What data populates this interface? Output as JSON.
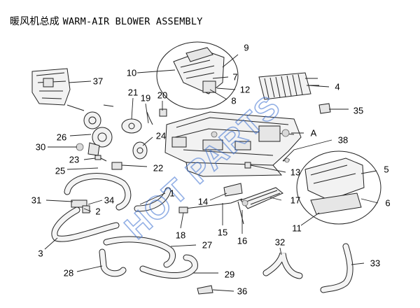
{
  "title": {
    "chinese": "暖风机总成",
    "english": "WARM-AIR BLOWER ASSEMBLY"
  },
  "watermark": "HOT PARTS",
  "watermark_color": "#3a6fd0",
  "callouts": [
    {
      "id": "c1",
      "label": "1"
    },
    {
      "id": "c2",
      "label": "2"
    },
    {
      "id": "c3",
      "label": "3"
    },
    {
      "id": "c4",
      "label": "4"
    },
    {
      "id": "c5",
      "label": "5"
    },
    {
      "id": "c6",
      "label": "6"
    },
    {
      "id": "c7",
      "label": "7"
    },
    {
      "id": "c8",
      "label": "8"
    },
    {
      "id": "c9",
      "label": "9"
    },
    {
      "id": "c10",
      "label": "10"
    },
    {
      "id": "c11",
      "label": "11"
    },
    {
      "id": "c12",
      "label": "12"
    },
    {
      "id": "c13",
      "label": "13"
    },
    {
      "id": "c14",
      "label": "14"
    },
    {
      "id": "c15",
      "label": "15"
    },
    {
      "id": "c16",
      "label": "16"
    },
    {
      "id": "c17",
      "label": "17"
    },
    {
      "id": "c18",
      "label": "18"
    },
    {
      "id": "c19",
      "label": "19"
    },
    {
      "id": "c20",
      "label": "20"
    },
    {
      "id": "c21",
      "label": "21"
    },
    {
      "id": "c22",
      "label": "22"
    },
    {
      "id": "c23",
      "label": "23"
    },
    {
      "id": "c24",
      "label": "24"
    },
    {
      "id": "c25",
      "label": "25"
    },
    {
      "id": "c26",
      "label": "26"
    },
    {
      "id": "c27",
      "label": "27"
    },
    {
      "id": "c28",
      "label": "28"
    },
    {
      "id": "c29",
      "label": "29"
    },
    {
      "id": "c30",
      "label": "30"
    },
    {
      "id": "c31",
      "label": "31"
    },
    {
      "id": "c32",
      "label": "32"
    },
    {
      "id": "c33",
      "label": "33"
    },
    {
      "id": "c34",
      "label": "34"
    },
    {
      "id": "c35",
      "label": "35"
    },
    {
      "id": "c36",
      "label": "36"
    },
    {
      "id": "c37",
      "label": "37"
    },
    {
      "id": "c38",
      "label": "38"
    },
    {
      "id": "cA",
      "label": "A"
    }
  ]
}
